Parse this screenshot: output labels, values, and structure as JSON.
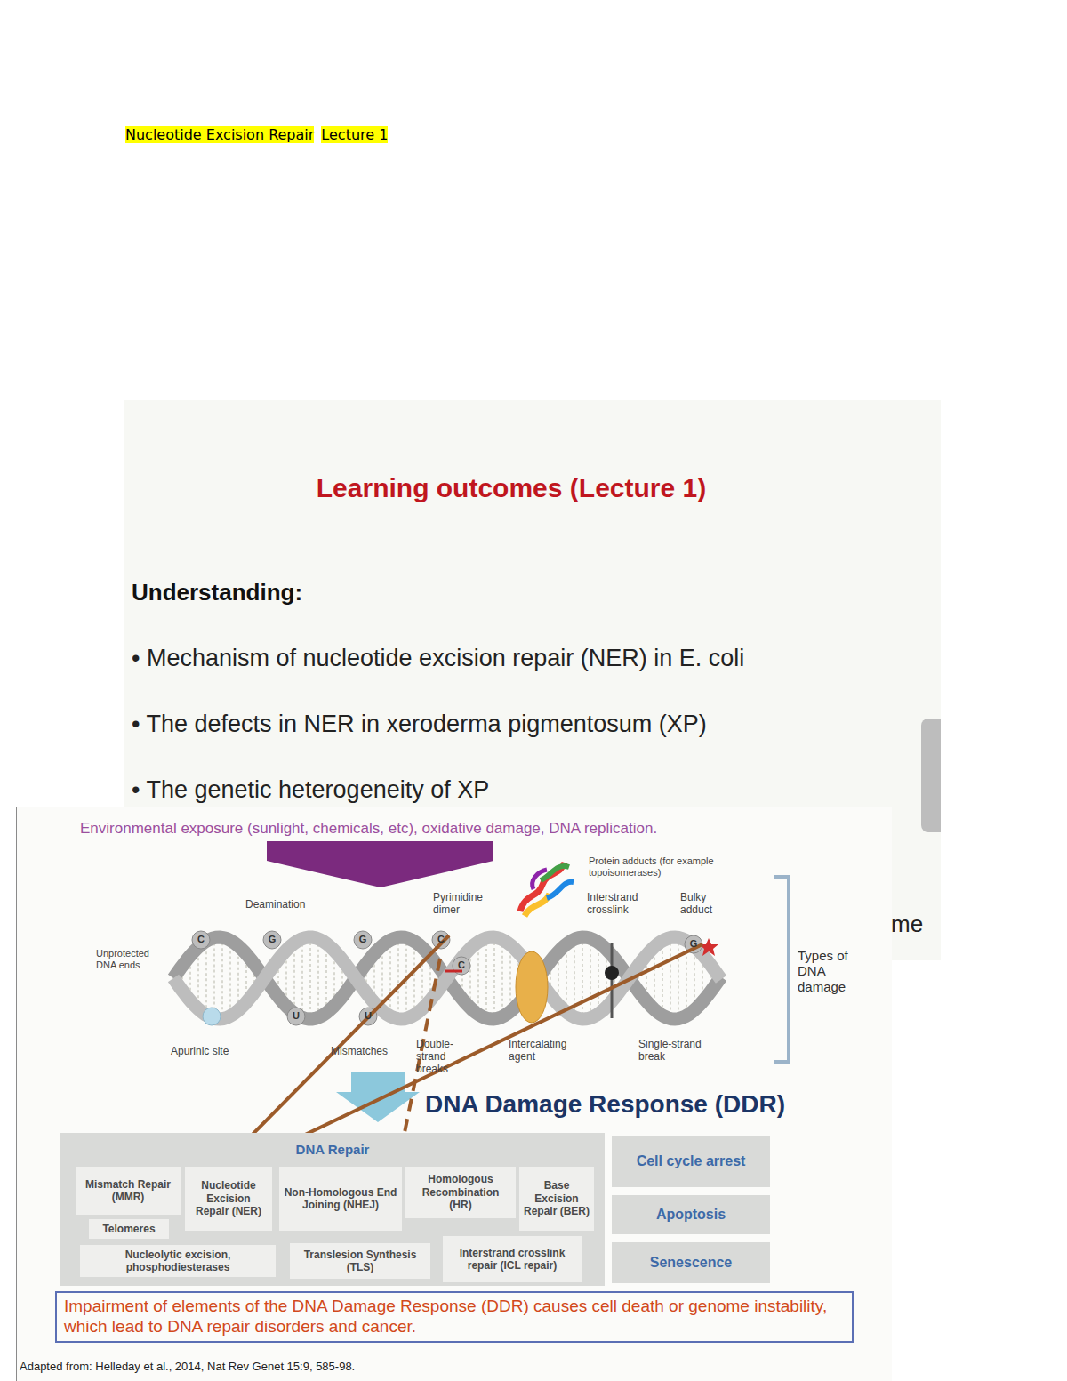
{
  "diagram": {
    "nodes": [
      {
        "text": [
          "DNA Repair"
        ]
      },
      {
        "text": [
          "Mismatch Repair (MMR)"
        ],
        "in": 0
      },
      {
        "text": [
          "Telomeres"
        ],
        "in": 0
      },
      {
        "text": [
          "Nucleotide Excision Repair (NER)"
        ],
        "in": 0
      },
      {
        "text": [
          "Non-Homologous End Joining (NHEJ)"
        ],
        "in": 0
      },
      {
        "text": [
          "Homologous Recombination (HR)"
        ],
        "in": 0
      },
      {
        "text": [
          "Base Excision Repair (BER)"
        ],
        "in": 0
      },
      {
        "text": [
          "Nucleolytic excision, phosphodiesterases"
        ],
        "in": 0
      },
      {
        "text": [
          "Translesion Synthesis (TLS)"
        ],
        "in": 0
      },
      {
        "text": [
          "Interstrand crosslink repair (ICL repair)"
        ],
        "in": 0
      },
      {
        "text": [
          "Cell cycle arrest"
        ]
      },
      {
        "text": [
          "Apoptosis"
        ]
      },
      {
        "text": [
          "Senescence"
        ]
      },
      {
        "text": [
          "Impairment of elements of the DNA Damage Response (DDR) causes cell death or genome instability, which lead to DNA repair disorders and cancer."
        ]
      }
    ],
    "labels": [
      "Nucleotide Excision Repair",
      "Lecture 1",
      "Learning outcomes (Lecture 1)",
      "Understanding:",
      "• Mechanism of nucleotide excision repair (NER) in E. coli",
      "• The defects in NER in xeroderma pigmentosum (XP)",
      "• The genetic heterogeneity of XP",
      "me",
      "Environmental exposure (sunlight, chemicals, etc), oxidative damage, DNA replication.",
      "Protein adducts (for example topoisomerases)",
      "Deamination",
      "Pyrimidine dimer",
      "Interstrand crosslink",
      "Bulky adduct",
      "Unprotected DNA ends",
      "Types of DNA damage",
      "Apurinic site",
      "Mismatches",
      "Double-strand breaks",
      "Intercalating agent",
      "Single-strand break",
      "DNA Damage Response (DDR)",
      "Adapted from: Helleday et al., 2014, Nat Rev Genet 15:9, 585-98.",
      "C",
      "G",
      "G",
      "C",
      "C",
      "G",
      "U",
      "U"
    ]
  }
}
